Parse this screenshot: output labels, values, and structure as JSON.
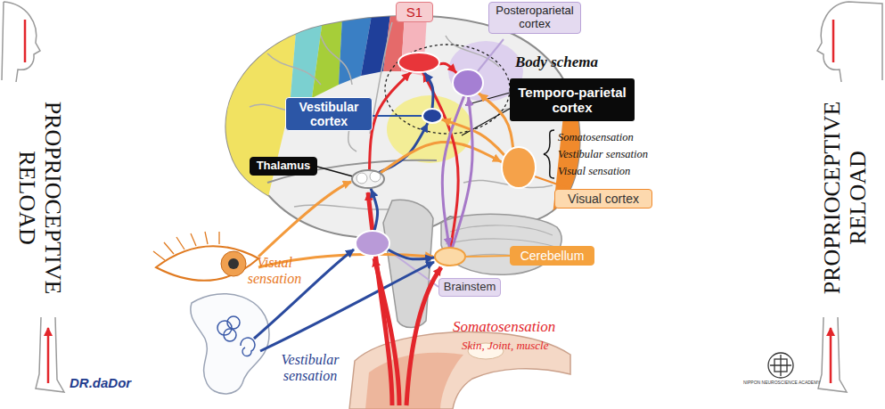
{
  "diagram": {
    "nodes": [
      {
        "text": [
          "S1"
        ]
      },
      {
        "text": [
          "Posteroparietal cortex"
        ]
      },
      {
        "text": [
          "Temporo-parietal cortex"
        ]
      },
      {
        "text": [
          "Vestibular cortex"
        ]
      },
      {
        "text": [
          "Thalamus"
        ]
      },
      {
        "text": [
          "Visual cortex"
        ]
      },
      {
        "text": [
          "Cerebellum"
        ]
      },
      {
        "text": [
          "Brainstem"
        ]
      }
    ],
    "edges": [
      {
        "from": 4,
        "to": 0,
        "arrow": "to"
      },
      {
        "from": 4,
        "to": 3,
        "arrow": "to"
      },
      {
        "from": 4,
        "to": 5,
        "arrow": "to"
      },
      {
        "from": 7,
        "to": 4,
        "arrow": "to"
      },
      {
        "from": 7,
        "to": 6,
        "arrow": "to"
      },
      {
        "from": 6,
        "to": 0,
        "arrow": "to"
      },
      {
        "from": 1,
        "to": 6,
        "arrow": "to"
      },
      {
        "from": 0,
        "to": 1,
        "arrow": "to"
      },
      {
        "from": 5,
        "to": 1,
        "arrow": "to"
      },
      {
        "from": 5,
        "to": 3,
        "arrow": "to"
      },
      {
        "from": 3,
        "to": 0,
        "arrow": "to"
      },
      {
        "from": 6,
        "to": 1,
        "arrow": "to"
      }
    ],
    "labels": [
      "Body schema",
      "Somatosensation",
      "Vestibular sensation",
      "Visual sensation",
      "Visual sensation",
      "Vestibular sensation",
      "Somatosensation",
      "Skin, Joint, muscle",
      "PROPRIOCEPTIVE RELOAD",
      "PROPRIOCEPTIVE RELOAD",
      "DR.daDor",
      "NIPPON NEUROSCIENCE ACADEMY"
    ]
  }
}
